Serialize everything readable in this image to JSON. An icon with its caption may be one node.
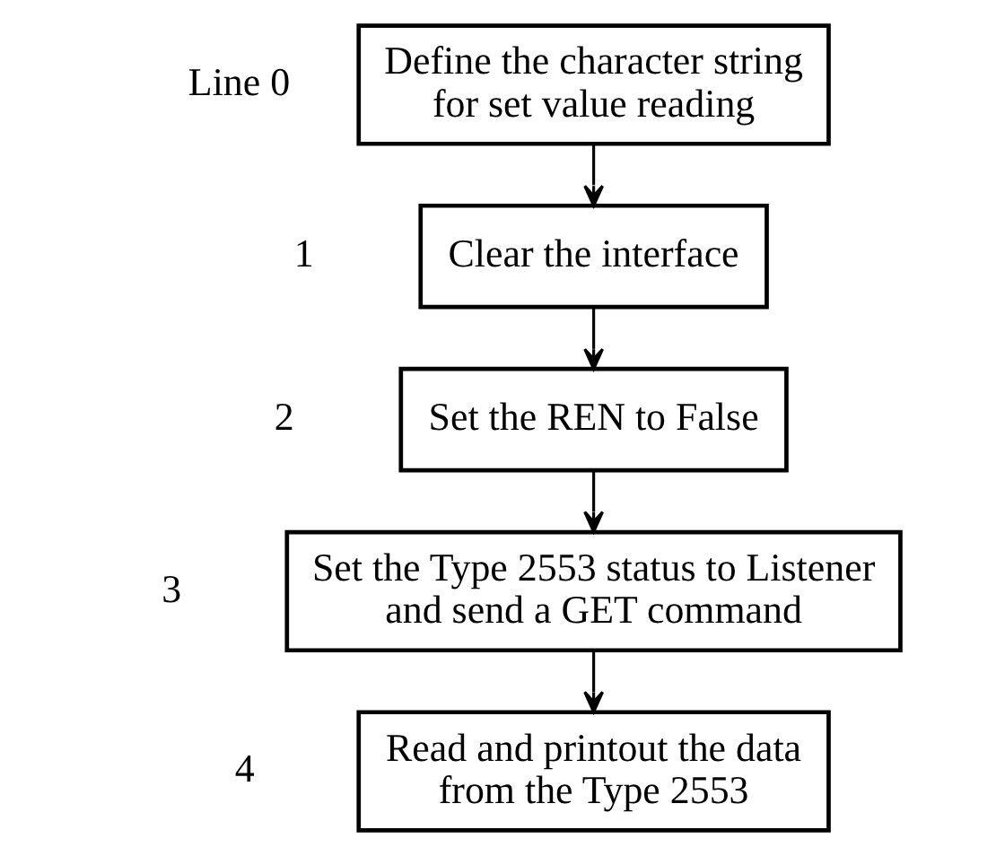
{
  "diagram": {
    "nodes": [
      {
        "text": [
          "Define the character string for set value reading"
        ],
        "beside": [
          "Line 0"
        ]
      },
      {
        "text": [
          "Clear the interface"
        ],
        "beside": [
          "1"
        ]
      },
      {
        "text": [
          "Set the REN to False"
        ],
        "beside": [
          "2"
        ]
      },
      {
        "text": [
          "Set the Type 2553 status to Listener and send a GET command"
        ],
        "beside": [
          "3"
        ]
      },
      {
        "text": [
          "Read and printout the data from the Type 2553"
        ],
        "beside": [
          "4"
        ]
      }
    ],
    "edges": [
      {
        "from": 0,
        "to": 1,
        "arrow": "to"
      },
      {
        "from": 1,
        "to": 2,
        "arrow": "to"
      },
      {
        "from": 2,
        "to": 3,
        "arrow": "to"
      },
      {
        "from": 3,
        "to": 4,
        "arrow": "to"
      }
    ]
  }
}
